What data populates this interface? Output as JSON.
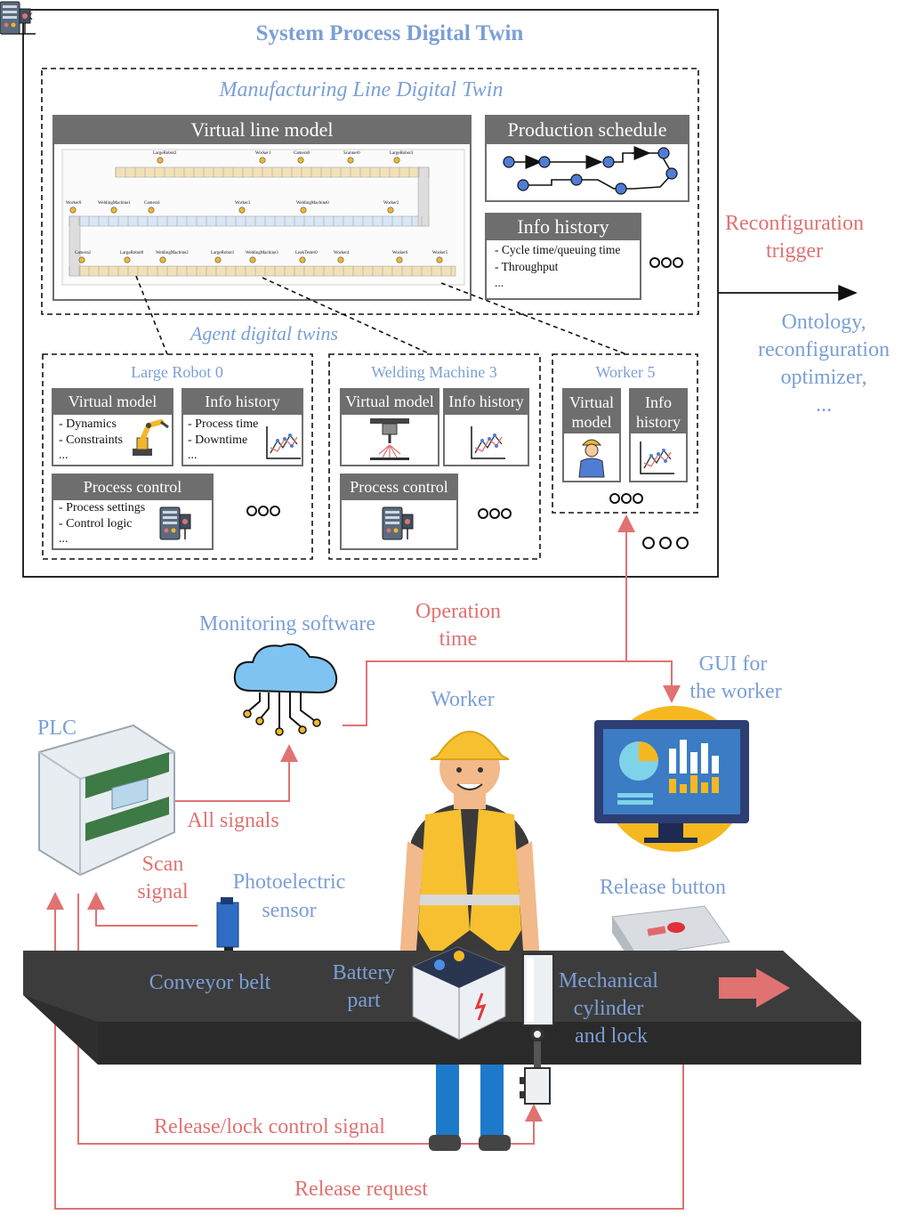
{
  "system": {
    "title": "System Process Digital Twin",
    "line_twin_title": "Manufacturing Line Digital Twin",
    "agent_twins_title": "Agent digital twins"
  },
  "line_model": {
    "header": "Virtual line model",
    "top_row_labels": [
      "LargeRobot2",
      "Worker1",
      "Camera0",
      "Scanner0",
      "LargeRobot3"
    ],
    "middle_row_labels": [
      "Worker0",
      "WeldingMachine1",
      "Camera1",
      "Worker3",
      "WeldingMachine0",
      "Worker2"
    ],
    "bottom_row_labels": [
      "Camera2",
      "LargeRobot0",
      "WeldingMachine2",
      "LargeRobot1",
      "WeldingMachine3",
      "LeakTester0",
      "Worker4",
      "Worker6",
      "Worker5"
    ]
  },
  "production_schedule": {
    "header": "Production schedule"
  },
  "info_history": {
    "header": "Info history",
    "items": [
      "- Cycle time/queuing time",
      "- Throughput",
      "..."
    ]
  },
  "agents": {
    "large_robot": {
      "title": "Large Robot 0",
      "virtual_model": {
        "header": "Virtual model",
        "items": [
          "- Dynamics",
          "- Constraints",
          "..."
        ]
      },
      "info_history": {
        "header": "Info history",
        "items": [
          "- Process time",
          "- Downtime",
          "..."
        ]
      },
      "process_control": {
        "header": "Process control",
        "items": [
          "- Process settings",
          "- Control logic",
          "..."
        ]
      }
    },
    "welding_machine": {
      "title": "Welding Machine 3",
      "virtual_model": {
        "header": "Virtual model"
      },
      "info_history": {
        "header": "Info history"
      },
      "process_control": {
        "header": "Process control"
      }
    },
    "worker5": {
      "title": "Worker 5",
      "virtual_model": {
        "header_line1": "Virtual",
        "header_line2": "model"
      },
      "info_history": {
        "header_line1": "Info",
        "header_line2": "history"
      }
    }
  },
  "side": {
    "reconfig_line1": "Reconfiguration",
    "reconfig_line2": "trigger",
    "ontology_line1": "Ontology,",
    "ontology_line2": "reconfiguration",
    "ontology_line3": "optimizer,",
    "ontology_line4": "..."
  },
  "labels": {
    "monitoring_software": "Monitoring software",
    "operation_time_line1": "Operation",
    "operation_time_line2": "time",
    "gui_line1": "GUI for",
    "gui_line2": "the worker",
    "worker": "Worker",
    "plc": "PLC",
    "all_signals": "All signals",
    "scan_line1": "Scan",
    "scan_line2": "signal",
    "photo_line1": "Photoelectric",
    "photo_line2": "sensor",
    "release_button": "Release button",
    "conveyor_belt": "Conveyor belt",
    "battery_line1": "Battery",
    "battery_line2": "part",
    "mech_line1": "Mechanical",
    "mech_line2": "cylinder",
    "mech_line3": "and lock",
    "release_lock_signal": "Release/lock control signal",
    "release_request": "Release request"
  },
  "colors": {
    "blue_text": "#7b9fd6",
    "red_text": "#e07272",
    "header_gray": "#6e6e6e",
    "belt": "#3a3a3a"
  }
}
